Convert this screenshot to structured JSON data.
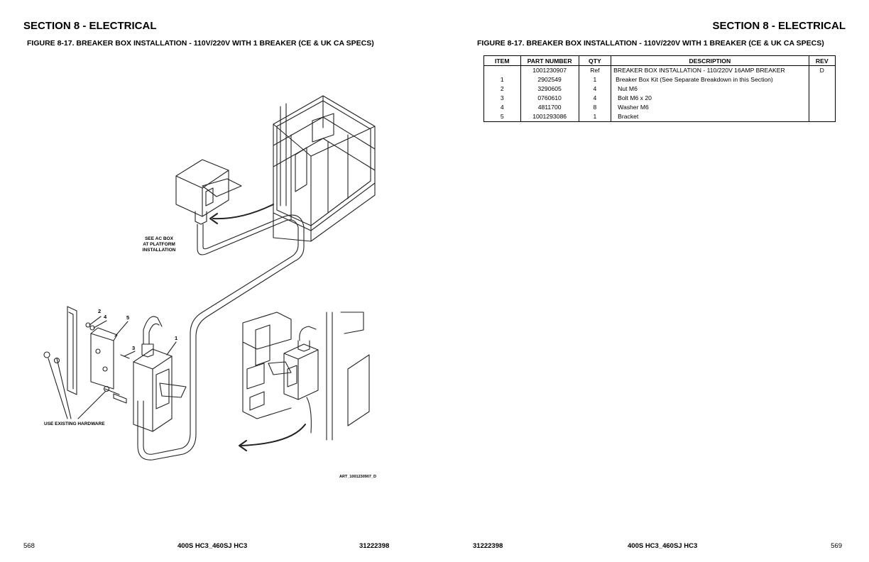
{
  "header": {
    "section_left": "SECTION 8 - ELECTRICAL",
    "section_right": "SECTION 8 - ELECTRICAL",
    "figure_left": "FIGURE 8-17. BREAKER BOX INSTALLATION - 110V/220V WITH 1 BREAKER (CE & UK CA SPECS)",
    "figure_right": "FIGURE 8-17. BREAKER BOX INSTALLATION - 110V/220V WITH 1 BREAKER (CE & UK CA SPECS)"
  },
  "table": {
    "headers": [
      "ITEM",
      "PART NUMBER",
      "QTY",
      "DESCRIPTION",
      "REV"
    ],
    "rows": [
      {
        "item": "",
        "part": "1001230907",
        "qty": "Ref",
        "desc": "BREAKER BOX INSTALLATION - 110/220V 16AMP BREAKER",
        "rev": "D"
      },
      {
        "item": "1",
        "part": "2902549",
        "qty": "1",
        "desc": "Breaker Box Kit (See Separate Breakdown in this Section)",
        "rev": ""
      },
      {
        "item": "2",
        "part": "3290605",
        "qty": "4",
        "desc": "Nut M6",
        "rev": ""
      },
      {
        "item": "3",
        "part": "0760610",
        "qty": "4",
        "desc": "Bolt M6 x 20",
        "rev": ""
      },
      {
        "item": "4",
        "part": "4811700",
        "qty": "8",
        "desc": "Washer M6",
        "rev": ""
      },
      {
        "item": "5",
        "part": "1001293086",
        "qty": "1",
        "desc": "Bracket",
        "rev": ""
      }
    ]
  },
  "diagram": {
    "label_ac_box_1": "SEE AC BOX",
    "label_ac_box_2": "AT PLATFORM",
    "label_ac_box_3": "INSTALLATION",
    "label_hardware": "USE EXISTING HARDWARE",
    "art_number": "ART_1001230907_D",
    "callouts": [
      "1",
      "2",
      "3",
      "4",
      "5"
    ]
  },
  "footer": {
    "page_left": "568",
    "model_left": "400S HC3_460SJ HC3",
    "doc_left": "31222398",
    "doc_right": "31222398",
    "model_right": "400S HC3_460SJ HC3",
    "page_right": "569"
  }
}
